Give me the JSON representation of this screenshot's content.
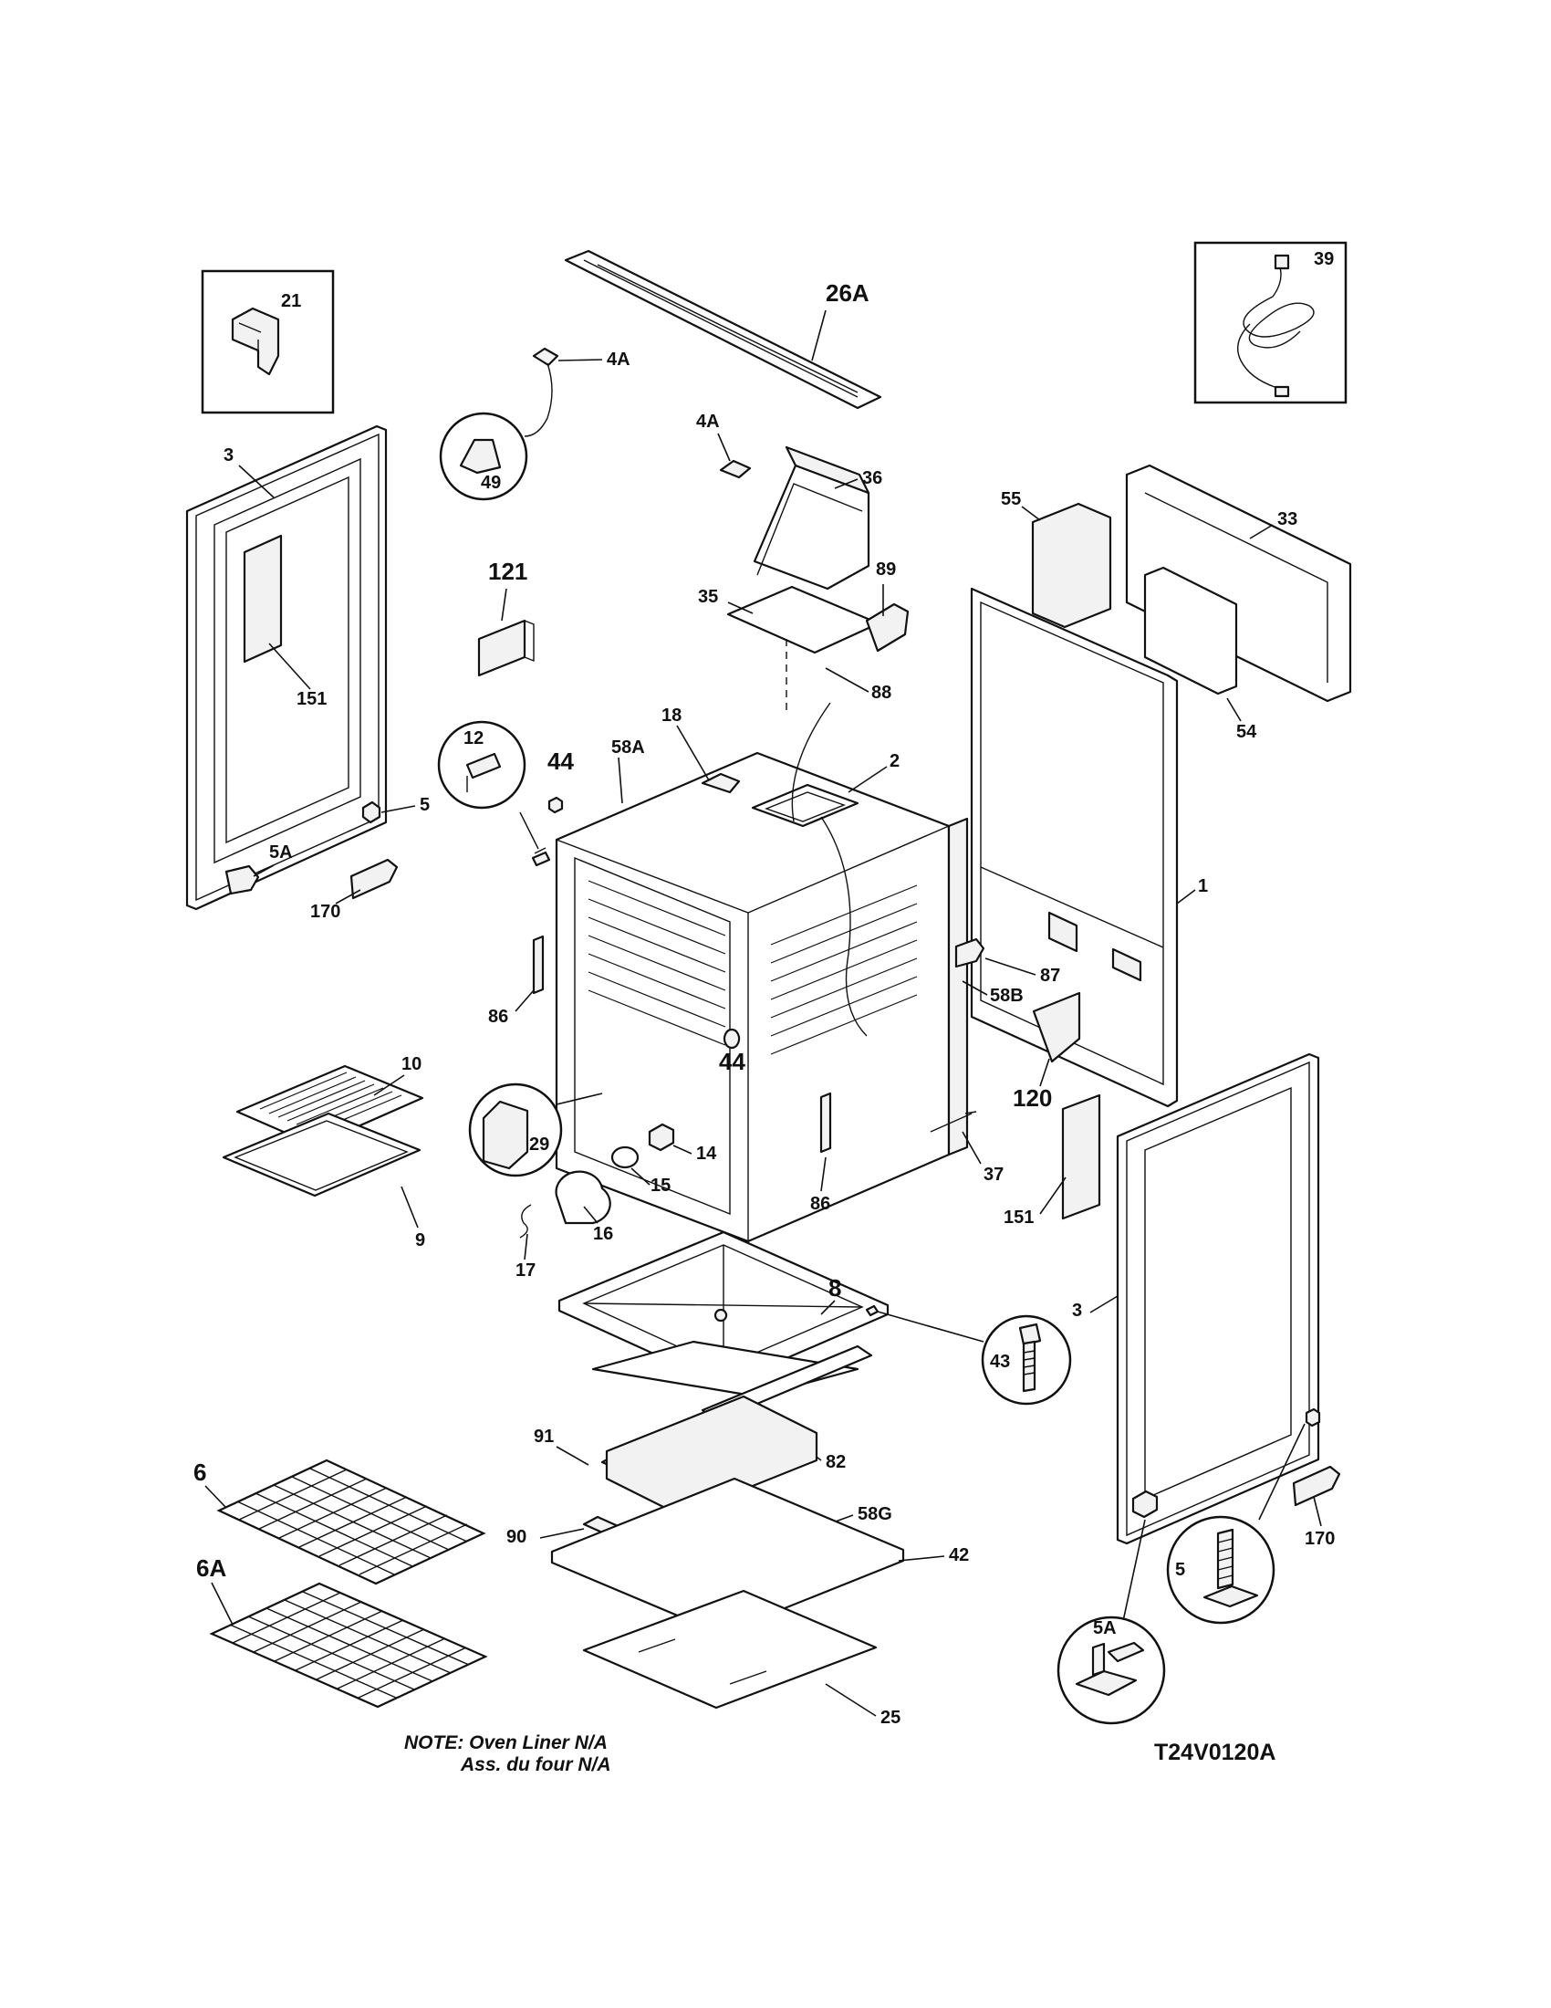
{
  "diagram": {
    "drawing_code": "T24V0120A",
    "note_line1": "NOTE: Oven Liner N/A",
    "note_line2": "Ass. du four N/A",
    "labels": {
      "p1": "1",
      "p2": "2",
      "p3_left": "3",
      "p3_right": "3",
      "p4A_top": "4A",
      "p4A_mid": "4A",
      "p5_left": "5",
      "p5_right": "5",
      "p5A_left": "5A",
      "p5A_right": "5A",
      "p6": "6",
      "p6A": "6A",
      "p8": "8",
      "p9": "9",
      "p10": "10",
      "p12": "12",
      "p14": "14",
      "p15": "15",
      "p16": "16",
      "p17": "17",
      "p18": "18",
      "p21": "21",
      "p25": "25",
      "p26A": "26A",
      "p29": "29",
      "p33": "33",
      "p35": "35",
      "p36": "36",
      "p37": "37",
      "p39": "39",
      "p42": "42",
      "p43": "43",
      "p44_top": "44",
      "p44_mid": "44",
      "p49": "49",
      "p54": "54",
      "p55": "55",
      "p58A": "58A",
      "p58B": "58B",
      "p58G": "58G",
      "p82": "82",
      "p86_left": "86",
      "p86_right": "86",
      "p87": "87",
      "p88": "88",
      "p89": "89",
      "p90": "90",
      "p91": "91",
      "p120": "120",
      "p121": "121",
      "p151_left": "151",
      "p151_right": "151",
      "p170_left": "170",
      "p170_right": "170"
    }
  }
}
